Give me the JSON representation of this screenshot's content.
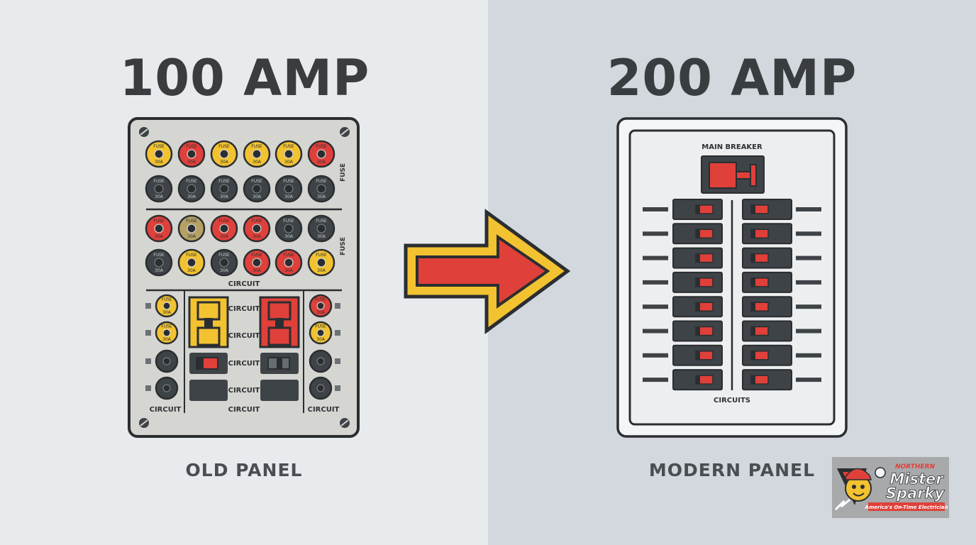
{
  "left": {
    "heading": "100 AMP",
    "caption": "OLD PANEL",
    "panel": {
      "fuse_label": "FUSE",
      "circuit_label": "CIRCUIT",
      "fuse_text_a": "FUSE",
      "fuse_text_b": "30A",
      "fuse_rows": [
        [
          "yellow",
          "red",
          "yellow",
          "yellow",
          "yellow",
          "red"
        ],
        [
          "dark",
          "dark",
          "dark",
          "dark",
          "dark",
          "dark"
        ],
        [
          "red",
          "olive",
          "red",
          "red",
          "dark",
          "dark"
        ],
        [
          "dark",
          "yellow",
          "dark",
          "red",
          "red",
          "yellow"
        ]
      ],
      "side_fuses_left": [
        "yellow",
        "yellow",
        "dark",
        "dark"
      ],
      "side_fuses_right": [
        "red",
        "yellow",
        "dark",
        "dark"
      ]
    }
  },
  "right": {
    "heading": "200 AMP",
    "caption": "MODERN PANEL",
    "panel": {
      "main_breaker_label": "MAIN BREAKER",
      "circuits_label": "CIRCUITS",
      "breakers_per_column": 8
    }
  },
  "logo": {
    "line1": "NORTHERN",
    "line2": "Mister",
    "line3": "Sparky",
    "tagline": "America's On-Time Electrician"
  },
  "colors": {
    "red": "#e0403a",
    "yellow": "#f2c230",
    "dark": "#3e4347",
    "olive": "#b3a166",
    "outline": "#2b2e31"
  }
}
